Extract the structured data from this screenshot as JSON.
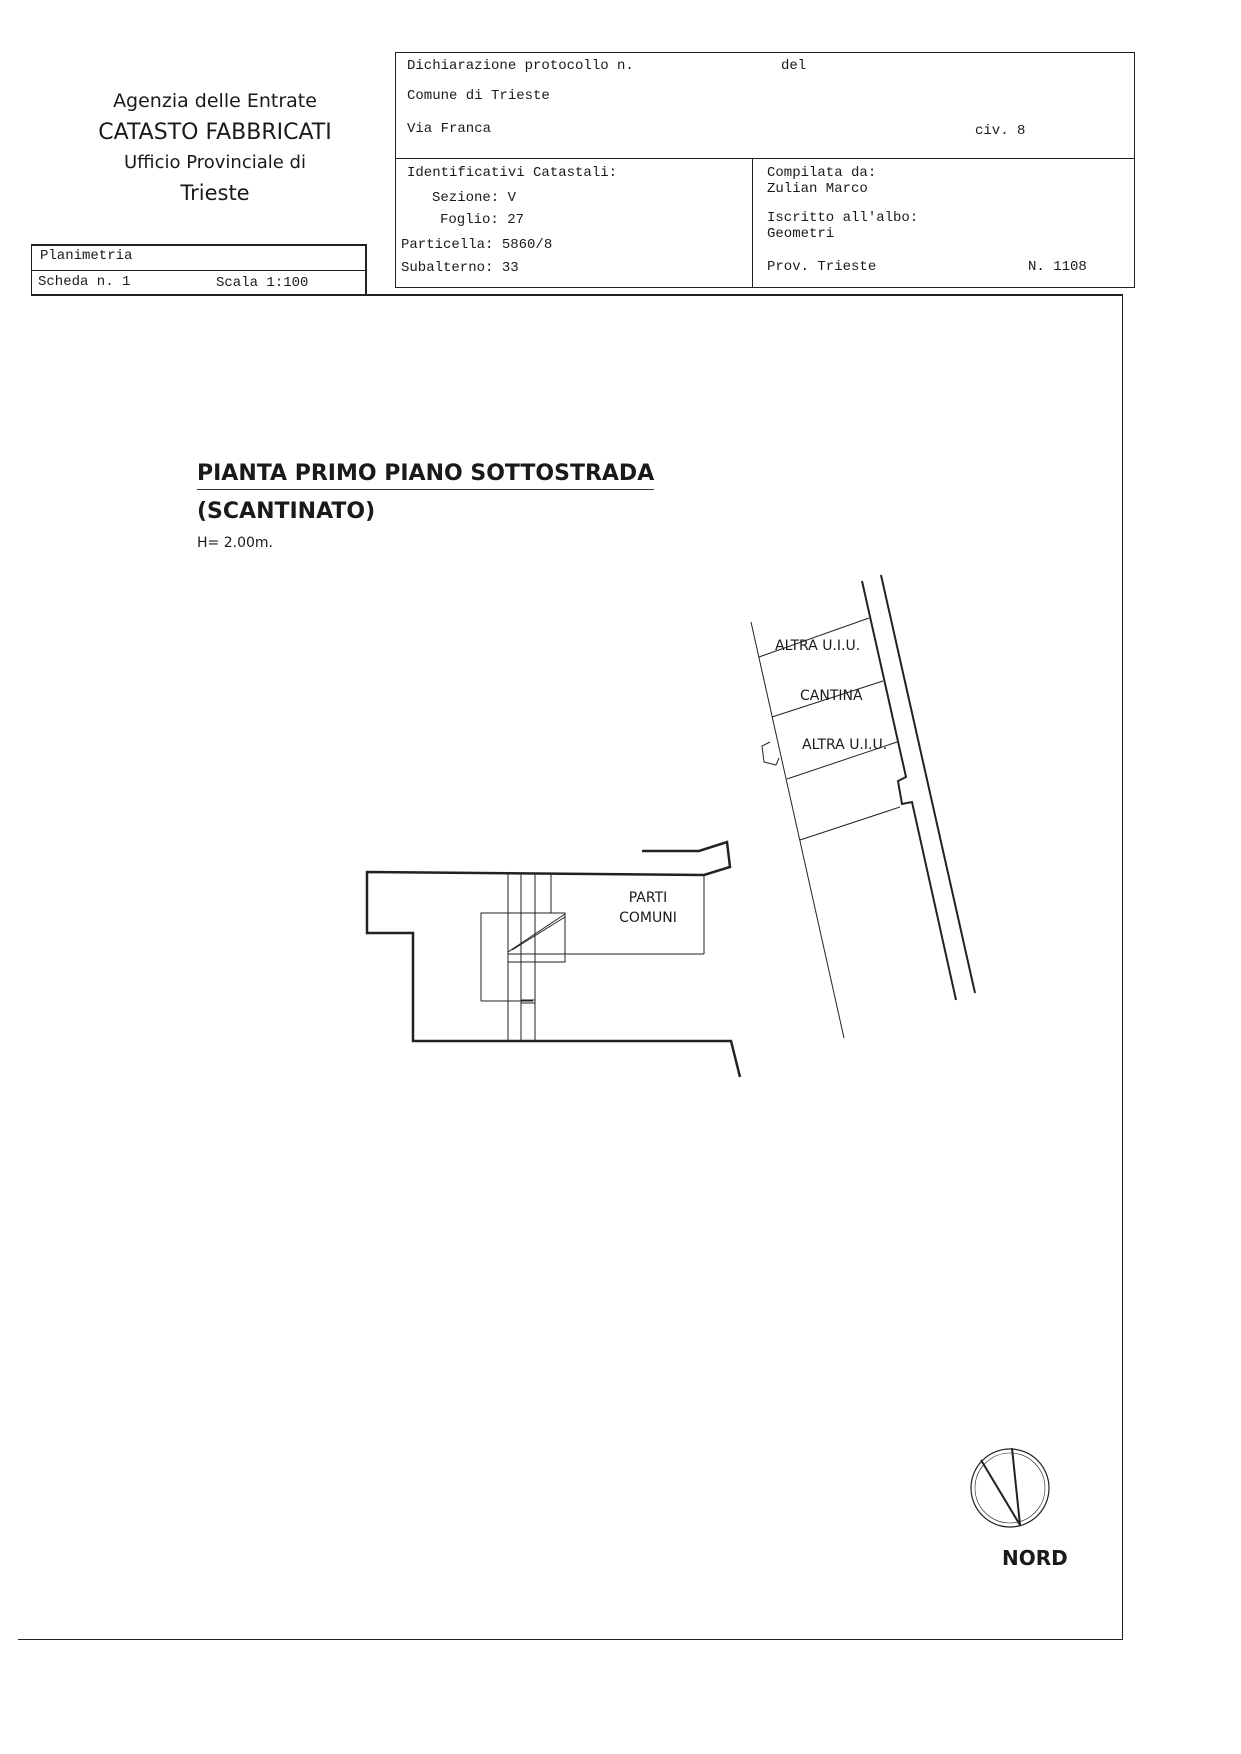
{
  "agency": {
    "name": "Agenzia delle Entrate",
    "department": "CATASTO FABBRICATI",
    "office": "Ufficio Provinciale di",
    "city": "Trieste"
  },
  "sheet": {
    "type": "Planimetria",
    "scheda": "Scheda n. 1",
    "scala": "Scala 1:100"
  },
  "declaration": {
    "protocol_label": "Dichiarazione protocollo n.",
    "del_label": "del",
    "comune": "Comune di Trieste",
    "address": "Via Franca",
    "civic": "civ. 8"
  },
  "identifiers": {
    "heading": "Identificativi Catastali:",
    "sezione": "Sezione: V",
    "foglio": "Foglio: 27",
    "particella": "Particella: 5860/8",
    "subalterno": "Subalterno: 33"
  },
  "compiler": {
    "label": "Compilata da:",
    "name": "Zulian Marco",
    "register_label": "Iscritto all'albo:",
    "register": "Geometri",
    "province": "Prov. Trieste",
    "number": "N. 1108"
  },
  "plan": {
    "title_line1": "PIANTA PRIMO PIANO SOTTOSTRADA",
    "title_line2": "(SCANTINATO)",
    "height": "H= 2.00m.",
    "labels": {
      "other_unit_1": "ALTRA U.I.U.",
      "cellar": "CANTINA",
      "other_unit_2": "ALTRA U.I.U.",
      "common_1": "PARTI",
      "common_2": "COMUNI"
    },
    "north": "NORD"
  }
}
